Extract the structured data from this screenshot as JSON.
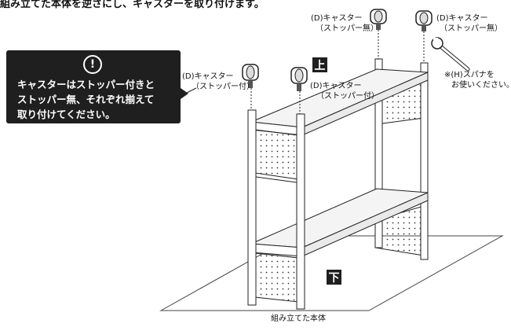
{
  "header_text": "組み立てた本体を逆さにし、キャスターを取り付けます。",
  "note": {
    "icon": "exclamation-circle-icon",
    "text_lines": [
      "キャスターはストッパー付きと",
      "ストッパー無、それぞれ揃えて",
      "取り付けてください。"
    ]
  },
  "labels": {
    "caster_stopper_left": [
      "(D)キャスター",
      "（ストッパー付）"
    ],
    "caster_stopper_mid": [
      "(D)キャスター",
      "（ストッパー付）"
    ],
    "caster_nostop_mid": [
      "(D)キャスター",
      "（ストッパー無）"
    ],
    "caster_nostop_right": [
      "(D)キャスター",
      "（ストッパー無）"
    ],
    "wrench_note": [
      "※(H)スパナを",
      "お使いください。"
    ],
    "top_marker": "上",
    "bottom_marker": "下",
    "body_caption": "組み立てた本体"
  },
  "colors": {
    "note_bg": "#1f1f1f",
    "line": "#222222",
    "panel": "#f2f2f2"
  }
}
